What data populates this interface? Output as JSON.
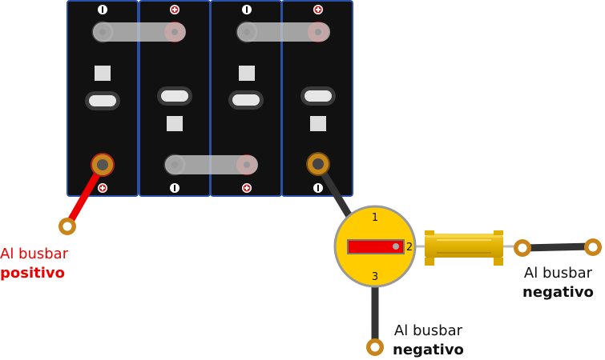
{
  "cells": [
    {
      "id": "cell-1",
      "top_terminal": "negative",
      "bottom_terminal": "positive"
    },
    {
      "id": "cell-2",
      "top_terminal": "positive",
      "bottom_terminal": "negative"
    },
    {
      "id": "cell-3",
      "top_terminal": "negative",
      "bottom_terminal": "positive"
    },
    {
      "id": "cell-4",
      "top_terminal": "positive",
      "bottom_terminal": "negative"
    }
  ],
  "switch": {
    "pin1": "1",
    "pin2": "2",
    "pin3": "3"
  },
  "labels": {
    "positive_busbar": {
      "line1": "Al busbar",
      "line2": "positivo"
    },
    "negative_busbar_resistor": {
      "line1": "Al busbar",
      "line2": "negativo"
    },
    "negative_busbar_switch": {
      "line1": "Al busbar",
      "line2": "negativo"
    }
  },
  "colors": {
    "cell_body": "#111111",
    "cell_border": "#2a4fa8",
    "positive_wire": "#ee0000",
    "negative_wire": "#333333",
    "switch_body": "#ffcc00",
    "resistor_body": "#e8b800",
    "terminal_ring": "#c8861a"
  },
  "icons": {
    "plus": "plus-icon",
    "minus": "minus-icon",
    "ring_terminal": "ring-terminal-icon"
  }
}
